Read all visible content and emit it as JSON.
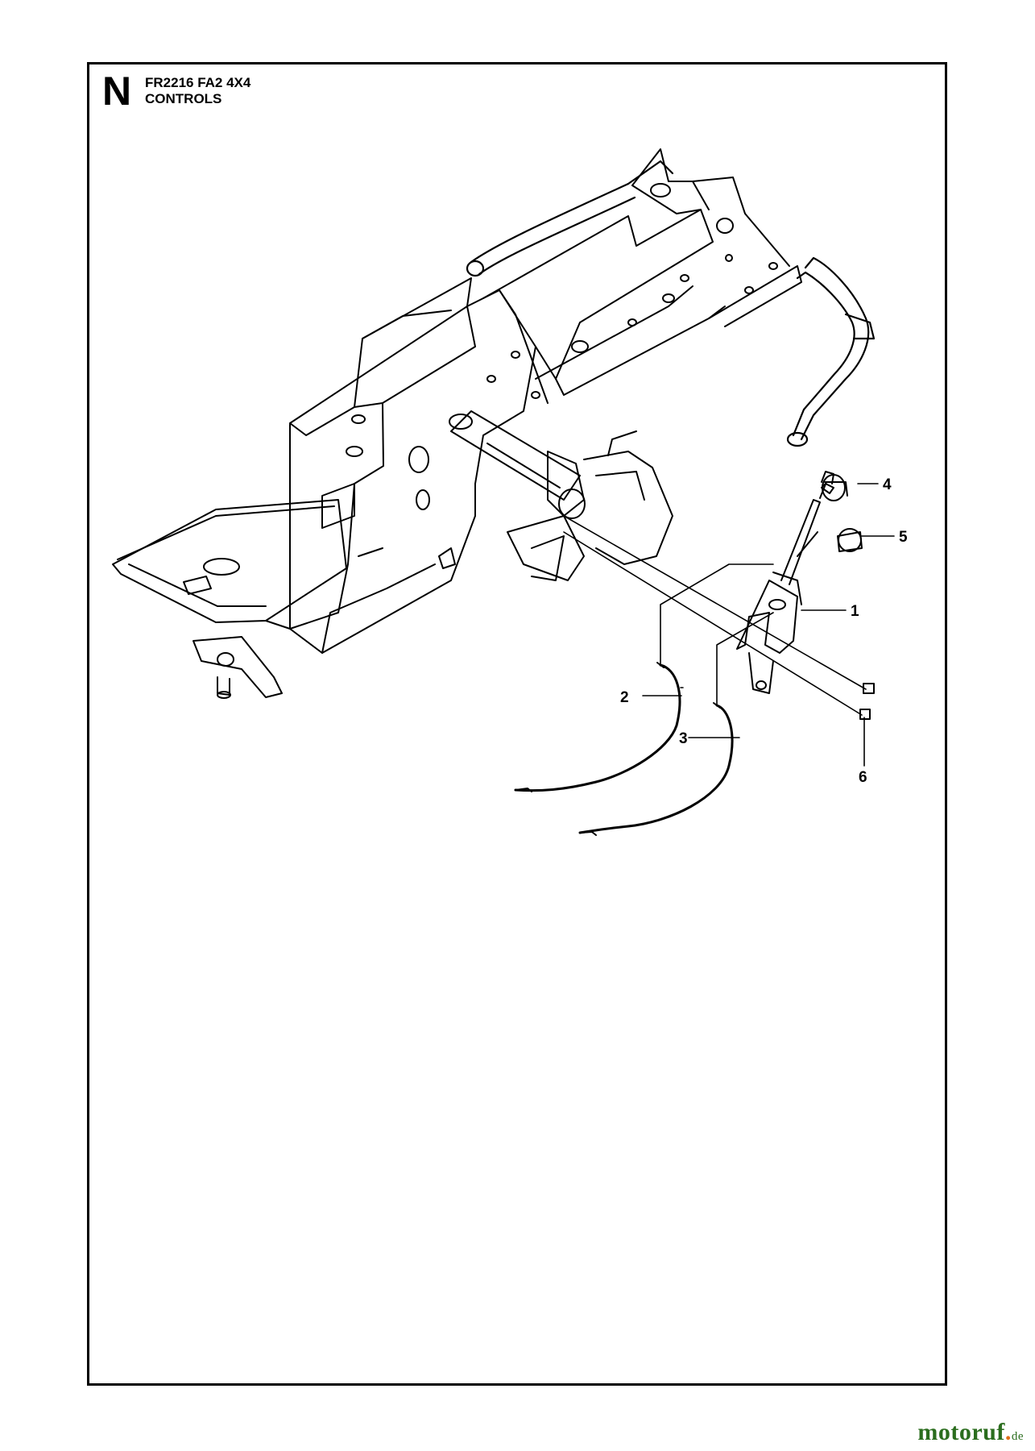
{
  "header": {
    "section_letter": "N",
    "model": "FR2216 FA2 4X4",
    "title": "CONTROLS"
  },
  "callouts": {
    "c1": "1",
    "c2": "2",
    "c3": "3",
    "c4": "4",
    "c5": "5",
    "c6": "6"
  },
  "watermark": {
    "name": "motoruf",
    "tld": "de"
  }
}
